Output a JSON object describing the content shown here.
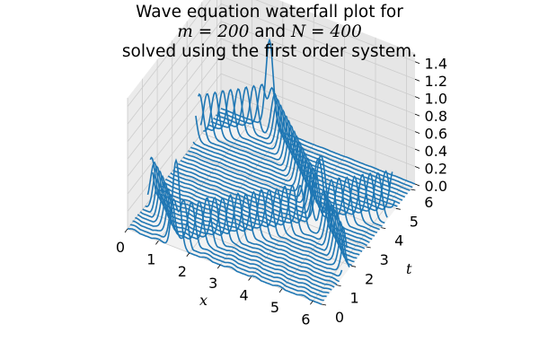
{
  "title": {
    "line1": "Wave equation waterfall plot for",
    "line2_m": "m = 200",
    "line2_and": " and ",
    "line2_n": "N = 400",
    "line3": "solved using the first order system."
  },
  "chart_data": {
    "type": "line",
    "subtype": "3d-waterfall",
    "xlabel": "x",
    "ylabel": "t",
    "zlabel": "",
    "x_ticks": [
      "0",
      "1",
      "2",
      "3",
      "4",
      "5",
      "6"
    ],
    "t_ticks": [
      "0",
      "1",
      "2",
      "3",
      "4",
      "5",
      "6"
    ],
    "z_ticks": [
      "0.0",
      "0.2",
      "0.4",
      "0.6",
      "0.8",
      "1.0",
      "1.2",
      "1.4"
    ],
    "xlim": [
      0,
      6.28
    ],
    "tlim": [
      0,
      6.28
    ],
    "zlim": [
      0,
      1.5
    ],
    "x_samples": 200,
    "curve_count": 38,
    "pulse": {
      "center_x": 1.57,
      "amplitude": 1.0,
      "width": 0.12
    },
    "grid": true,
    "line_color": "#1f77b4",
    "pane_color": "#f2f2f2",
    "grid_color": "#cccccc"
  }
}
